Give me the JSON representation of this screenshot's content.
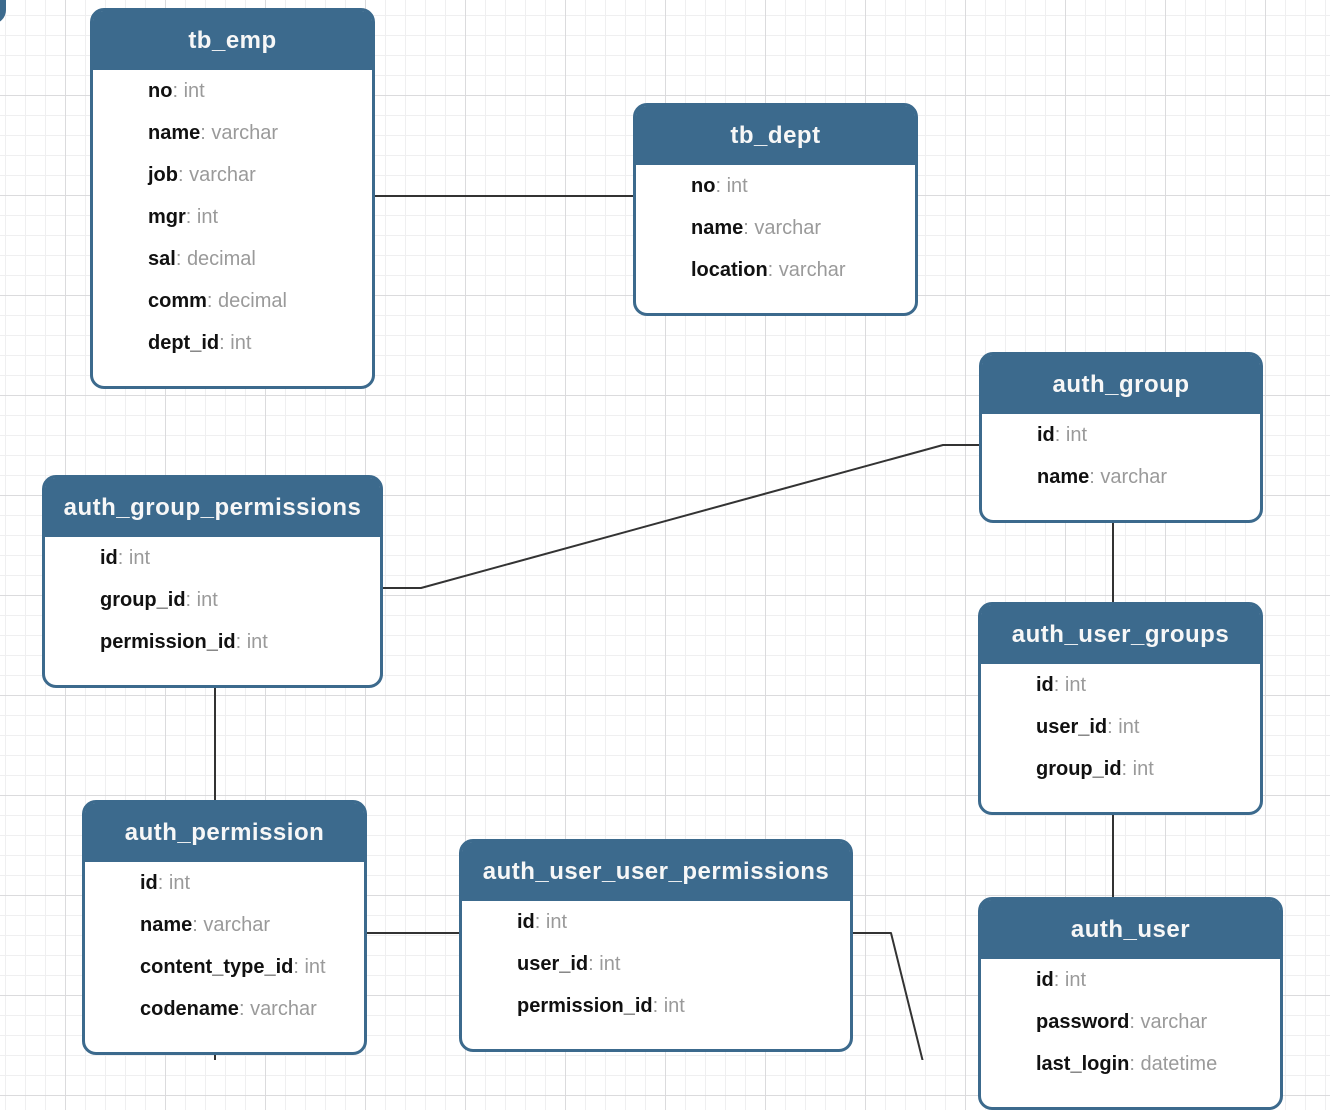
{
  "diagram": {
    "type": "entity-relationship",
    "field_separator": ": ",
    "colors": {
      "table_header_bg": "#3c6a8d",
      "table_border": "#3c6a8d",
      "header_text": "#f7f7f7",
      "field_name": "#111111",
      "field_type": "#9a9a9a",
      "connector": "#333333",
      "grid_minor": "#efeff0",
      "grid_major": "#dbdbdd",
      "canvas_bg": "#ffffff"
    },
    "tables": {
      "tb_emp": {
        "title": "tb_emp",
        "fields": [
          {
            "name": "no",
            "type": "int"
          },
          {
            "name": "name",
            "type": "varchar"
          },
          {
            "name": "job",
            "type": "varchar"
          },
          {
            "name": "mgr",
            "type": "int"
          },
          {
            "name": "sal",
            "type": "decimal"
          },
          {
            "name": "comm",
            "type": "decimal"
          },
          {
            "name": "dept_id",
            "type": "int"
          }
        ]
      },
      "tb_dept": {
        "title": "tb_dept",
        "fields": [
          {
            "name": "no",
            "type": "int"
          },
          {
            "name": "name",
            "type": "varchar"
          },
          {
            "name": "location",
            "type": "varchar"
          }
        ]
      },
      "auth_group": {
        "title": "auth_group",
        "fields": [
          {
            "name": "id",
            "type": "int"
          },
          {
            "name": "name",
            "type": "varchar"
          }
        ]
      },
      "auth_group_permissions": {
        "title": "auth_group_permissions",
        "fields": [
          {
            "name": "id",
            "type": "int"
          },
          {
            "name": "group_id",
            "type": "int"
          },
          {
            "name": "permission_id",
            "type": "int"
          }
        ]
      },
      "auth_user_groups": {
        "title": "auth_user_groups",
        "fields": [
          {
            "name": "id",
            "type": "int"
          },
          {
            "name": "user_id",
            "type": "int"
          },
          {
            "name": "group_id",
            "type": "int"
          }
        ]
      },
      "auth_permission": {
        "title": "auth_permission",
        "fields": [
          {
            "name": "id",
            "type": "int"
          },
          {
            "name": "name",
            "type": "varchar"
          },
          {
            "name": "content_type_id",
            "type": "int"
          },
          {
            "name": "codename",
            "type": "varchar"
          }
        ]
      },
      "auth_user_user_permissions": {
        "title": "auth_user_user_permissions",
        "fields": [
          {
            "name": "id",
            "type": "int"
          },
          {
            "name": "user_id",
            "type": "int"
          },
          {
            "name": "permission_id",
            "type": "int"
          }
        ]
      },
      "auth_user": {
        "title": "auth_user",
        "fields": [
          {
            "name": "id",
            "type": "int"
          },
          {
            "name": "password",
            "type": "varchar"
          },
          {
            "name": "last_login",
            "type": "datetime"
          }
        ]
      }
    },
    "connections": [
      {
        "from": "tb_emp",
        "to": "tb_dept"
      },
      {
        "from": "auth_group_permissions",
        "to": "auth_group"
      },
      {
        "from": "auth_group",
        "to": "auth_user_groups"
      },
      {
        "from": "auth_user_groups",
        "to": "auth_user"
      },
      {
        "from": "auth_group_permissions",
        "to": "auth_permission"
      },
      {
        "from": "auth_permission",
        "to": "auth_user_user_permissions"
      },
      {
        "from": "auth_user_user_permissions",
        "to": "offscreen-bottom"
      },
      {
        "from": "auth_permission",
        "to": "offscreen-bottom"
      }
    ]
  }
}
